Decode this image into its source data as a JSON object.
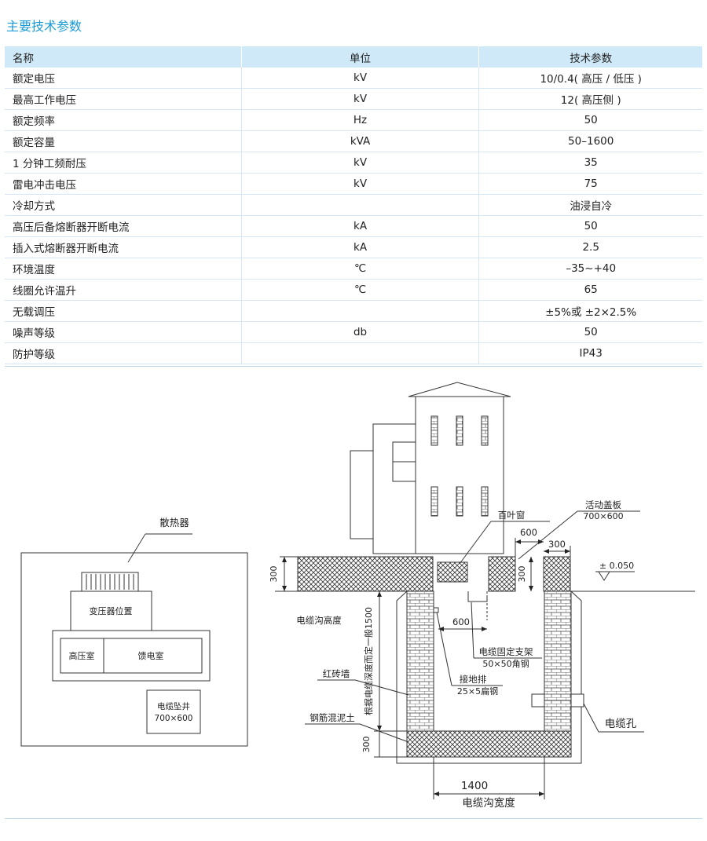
{
  "title": "主要技术参数",
  "table": {
    "headers": [
      "名称",
      "单位",
      "技术参数"
    ],
    "rows": [
      [
        "额定电压",
        "kV",
        "10/0.4( 高压 / 低压 )"
      ],
      [
        "最高工作电压",
        "kV",
        "12( 高压侧 )"
      ],
      [
        "额定频率",
        "Hz",
        "50"
      ],
      [
        "额定容量",
        "kVA",
        "50–1600"
      ],
      [
        "1 分钟工频耐压",
        "kV",
        "35"
      ],
      [
        "雷电冲击电压",
        "kV",
        "75"
      ],
      [
        "冷却方式",
        "",
        "油浸自冷"
      ],
      [
        "高压后备熔断器开断电流",
        "kA",
        "50"
      ],
      [
        "插入式熔断器开断电流",
        "kA",
        "2.5"
      ],
      [
        "环境温度",
        "℃",
        "–35~+40"
      ],
      [
        "线圈允许温升",
        "℃",
        "65"
      ],
      [
        "无载调压",
        "",
        "±5%或 ±2×2.5%"
      ],
      [
        "噪声等级",
        "db",
        "50"
      ],
      [
        "防护等级",
        "",
        "IP43"
      ]
    ]
  },
  "plan": {
    "radiator": "散热器",
    "transformer": "变压器位置",
    "hv_room": "高压室",
    "feeder_room": "馈电室",
    "cable_pit": "电缆坠井",
    "cable_pit_size": "700×600"
  },
  "section": {
    "louver": "百叶窗",
    "cover": "活动盖板",
    "cover_size": "700×600",
    "dim_600_top": "600",
    "dim_300_top": "300",
    "dim_300_left": "300",
    "dim_300_right": "300",
    "level": "± 0.050",
    "trench_height": "电缆沟高度",
    "dim_600_mid": "600",
    "bracket": "电缆固定支架",
    "bracket_spec": "50×50角钢",
    "ground_bar": "接地排",
    "ground_bar_spec": "25×5扁钢",
    "vertical_note": "根据电缆深度而定一般1500",
    "brick_wall": "红砖墙",
    "concrete": "钢筋混泥土",
    "dim_300_bottom": "300",
    "cable_hole": "电缆孔",
    "width_dim": "1400",
    "trench_width": "电缆沟宽度"
  }
}
